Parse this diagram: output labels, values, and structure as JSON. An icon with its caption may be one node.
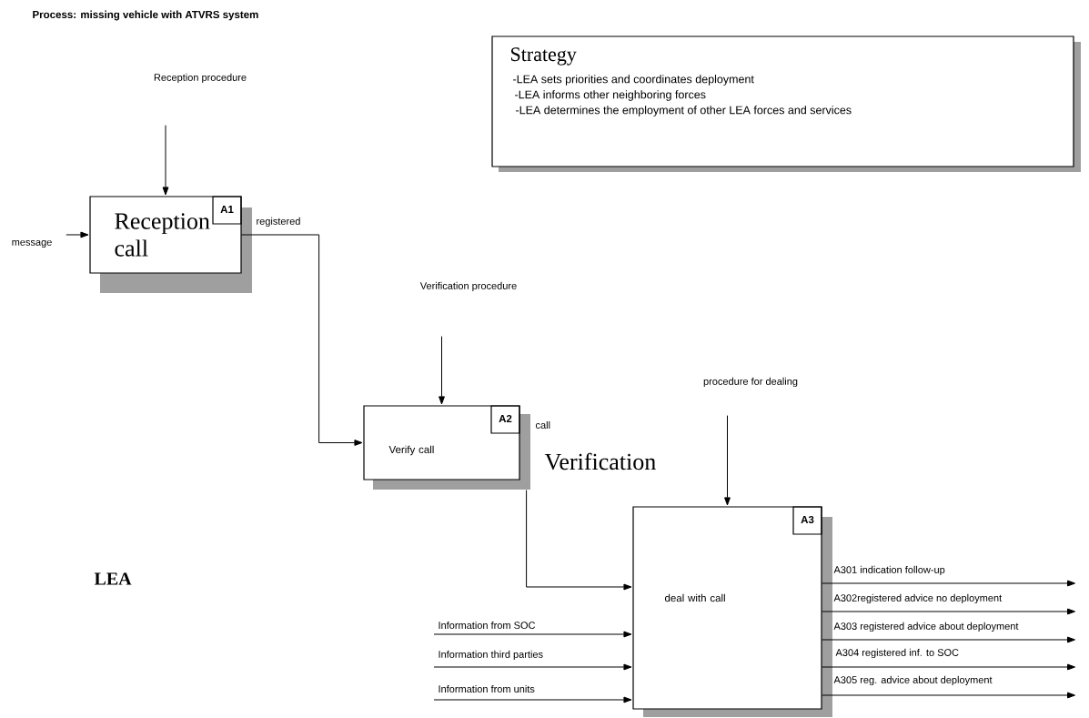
{
  "diagram": {
    "title": "Process: missing vehicle with ATVRS system",
    "nodes": [
      {
        "text": [
          "Strategy",
          "-LEA sets priorities and coordinates deployment",
          "-LEA informs other neighboring forces",
          "-LEA determines the employment of other LEA forces and  services"
        ]
      },
      {
        "text": [
          "Reception call",
          "A1"
        ]
      },
      {
        "text": [
          "Verify call",
          "A2"
        ],
        "beside": [
          "call"
        ]
      },
      {
        "text": [
          "deal with call",
          "A3"
        ]
      },
      {
        "text": [
          "Reception procedure"
        ]
      },
      {
        "text": [
          "message"
        ]
      },
      {
        "text": [
          "Verification procedure"
        ]
      },
      {
        "text": [
          "procedure for dealing"
        ]
      }
    ],
    "edges": [
      {
        "from": 4,
        "to": 1,
        "arrow": "to"
      },
      {
        "from": 5,
        "to": 1,
        "arrow": "to"
      },
      {
        "from": 1,
        "to": 2,
        "arrow": "to",
        "label": "registered"
      },
      {
        "from": 6,
        "to": 2,
        "arrow": "to"
      },
      {
        "from": 2,
        "to": 3,
        "arrow": "to"
      },
      {
        "from": 7,
        "to": 3,
        "arrow": "to"
      },
      {
        "from": null,
        "to": 3,
        "arrow": "to",
        "label": "Information from SOC"
      },
      {
        "from": null,
        "to": 3,
        "arrow": "to",
        "label": "Information third parties"
      },
      {
        "from": null,
        "to": 3,
        "arrow": "to",
        "label": "Information from units"
      },
      {
        "from": 3,
        "to": null,
        "arrow": "to",
        "label": "A301 indication follow-up"
      },
      {
        "from": 3,
        "to": null,
        "arrow": "to",
        "label": "A302registered advice no deployment"
      },
      {
        "from": 3,
        "to": null,
        "arrow": "to",
        "label": "A303 registered advice about deployment"
      },
      {
        "from": 3,
        "to": null,
        "arrow": "to",
        "label": "A304 registered inf. to SOC"
      },
      {
        "from": 3,
        "to": null,
        "arrow": "to",
        "label": "A305  reg. advice about deployment"
      }
    ],
    "labels": [
      "Verification",
      "LEA"
    ]
  }
}
